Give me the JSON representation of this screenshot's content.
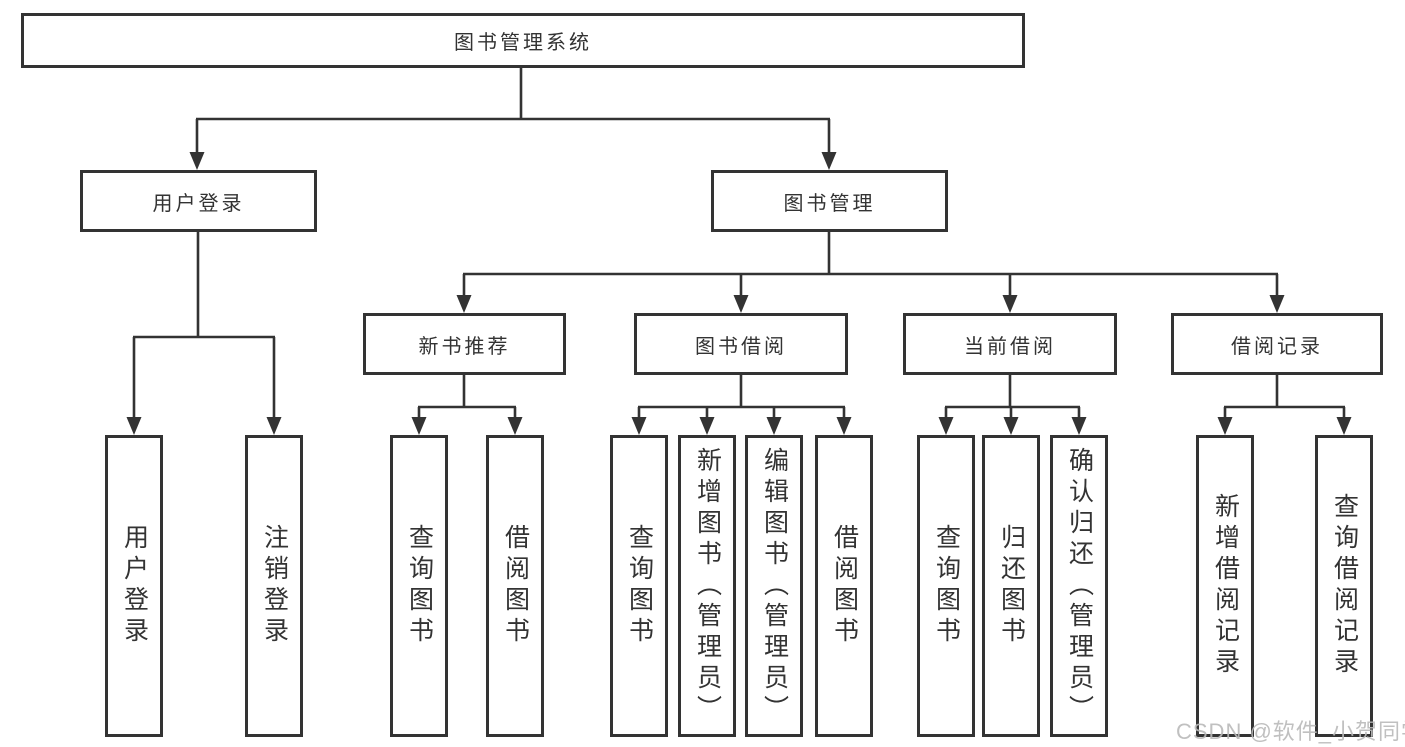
{
  "tree": {
    "root": {
      "label": "图书管理系统",
      "children": [
        {
          "label": "用户登录",
          "children": [
            {
              "label": "用户登录"
            },
            {
              "label": "注销登录"
            }
          ]
        },
        {
          "label": "图书管理",
          "children": [
            {
              "label": "新书推荐",
              "children": [
                {
                  "label": "查询图书"
                },
                {
                  "label": "借阅图书"
                }
              ]
            },
            {
              "label": "图书借阅",
              "children": [
                {
                  "label": "查询图书"
                },
                {
                  "label": "新增图书（管理员）"
                },
                {
                  "label": "编辑图书（管理员）"
                },
                {
                  "label": "借阅图书"
                }
              ]
            },
            {
              "label": "当前借阅",
              "children": [
                {
                  "label": "查询图书"
                },
                {
                  "label": "归还图书"
                },
                {
                  "label": "确认归还（管理员）"
                }
              ]
            },
            {
              "label": "借阅记录",
              "children": [
                {
                  "label": "新增借阅记录"
                },
                {
                  "label": "查询借阅记录"
                }
              ]
            }
          ]
        }
      ]
    }
  },
  "watermark": {
    "text": "CSDN @软件_小贺同学"
  },
  "colors": {
    "box_border": "#333333",
    "connector_line": "#333333",
    "text": "#333333",
    "watermark_text": "#b9b9b9",
    "background": "#ffffff"
  }
}
